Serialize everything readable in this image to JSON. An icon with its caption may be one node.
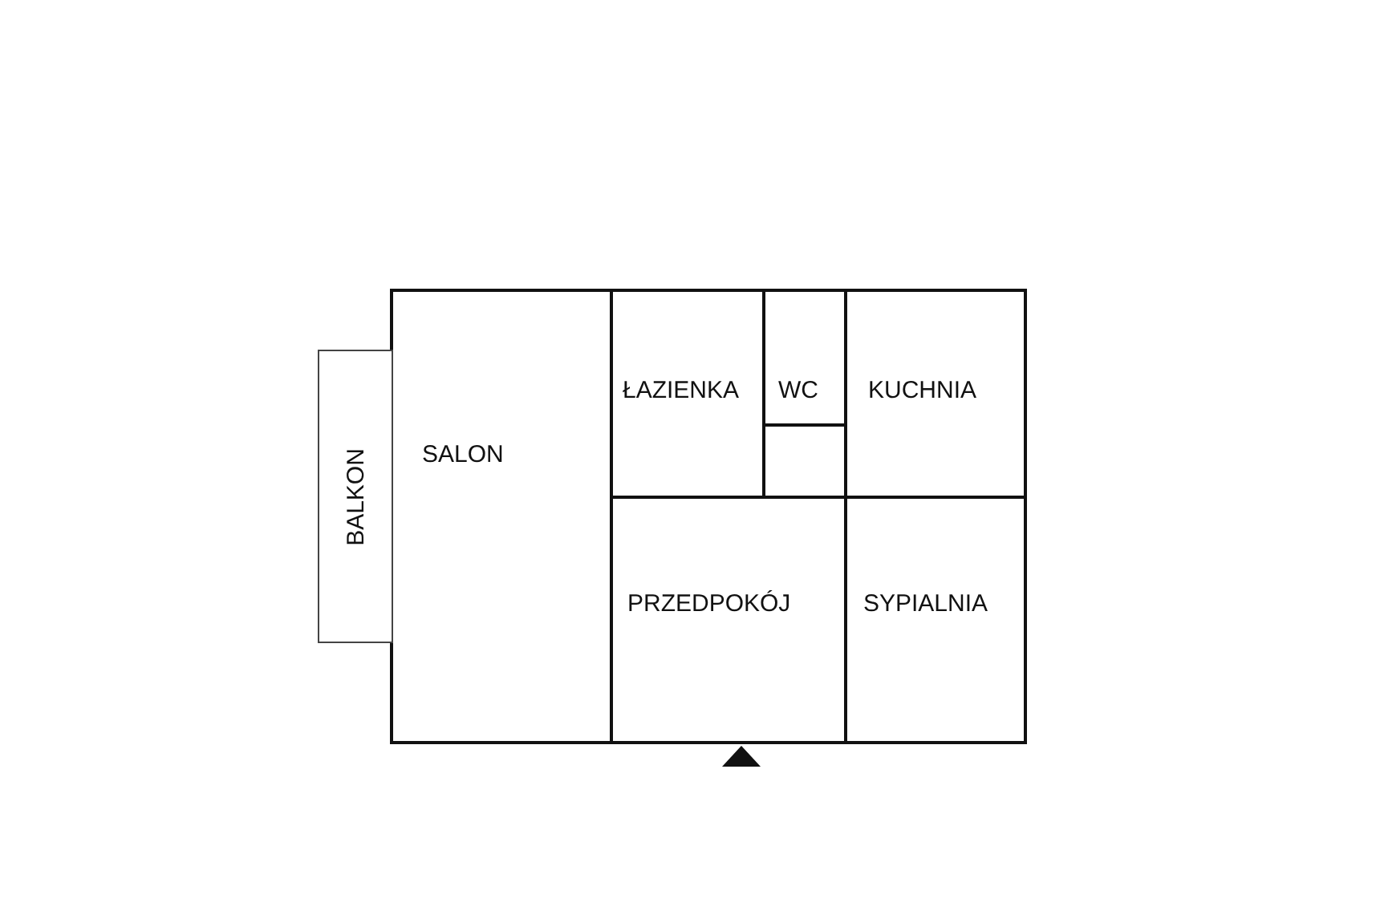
{
  "diagram": {
    "nodes": [
      {
        "text": [
          "SALON"
        ]
      },
      {
        "text": [
          "ŁAZIENKA"
        ]
      },
      {
        "text": [
          "WC"
        ]
      },
      {
        "text": [
          "KUCHNIA"
        ]
      },
      {
        "text": [
          "BALKON"
        ]
      },
      {
        "text": [
          "PRZEDPOKÓJ"
        ]
      },
      {
        "text": [
          "SYPIALNIA"
        ]
      }
    ]
  }
}
